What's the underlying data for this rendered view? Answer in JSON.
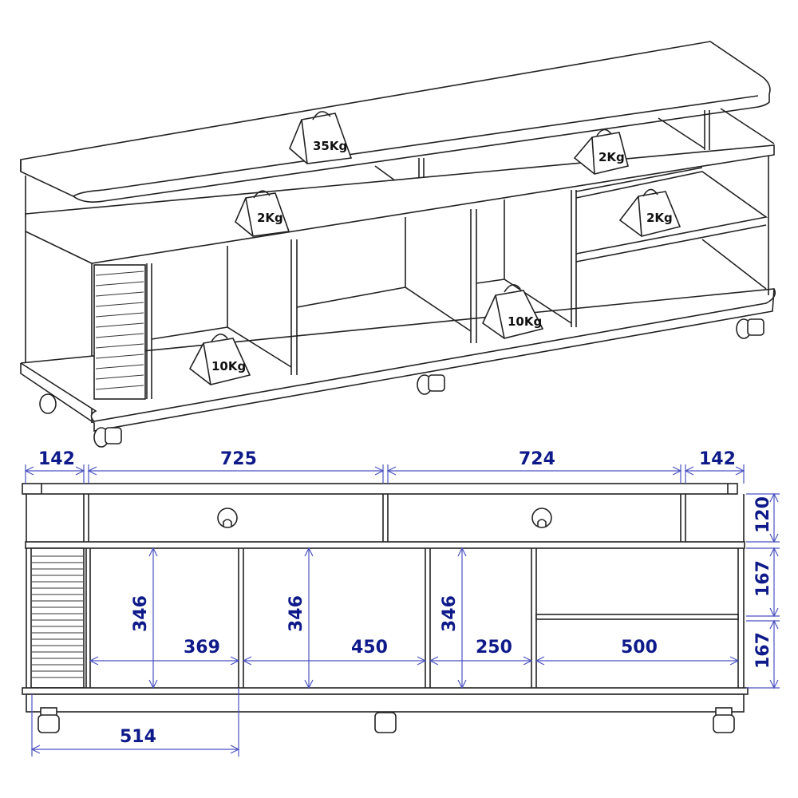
{
  "isometric_view": {
    "weights": [
      {
        "label": "35Kg",
        "location": "top-board"
      },
      {
        "label": "2Kg",
        "location": "upper-left-shelf"
      },
      {
        "label": "2Kg",
        "location": "upper-right-shelf"
      },
      {
        "label": "2Kg",
        "location": "right-middle-shelf"
      },
      {
        "label": "10Kg",
        "location": "left-bottom-compartment"
      },
      {
        "label": "10Kg",
        "location": "center-bottom-compartment"
      }
    ]
  },
  "front_view": {
    "top_dimensions": [
      "142",
      "725",
      "724",
      "142"
    ],
    "right_dimensions": [
      "120",
      "167",
      "167"
    ],
    "compartment_heights": [
      "346",
      "346",
      "346"
    ],
    "compartment_widths": [
      "369",
      "450",
      "250",
      "500"
    ],
    "bottom_dimension": "514"
  },
  "colors": {
    "dimension_line": "#4a52c0",
    "dimension_text": "#0f1a8a",
    "outline": "#222222"
  }
}
